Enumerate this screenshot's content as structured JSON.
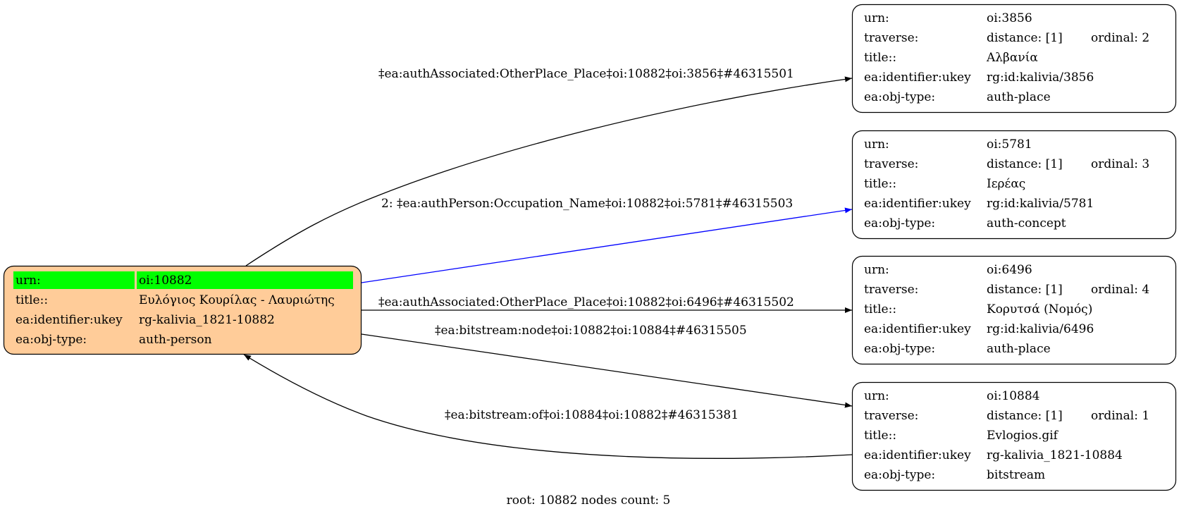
{
  "graph": {
    "caption": "root: 10882 nodes count: 5",
    "colors": {
      "root_fill": "#ffcc99",
      "highlight": "#00ff00",
      "edge_default": "#000000",
      "edge_highlight": "#0000ff"
    },
    "root": {
      "id": "oi:10882",
      "rows": [
        {
          "key": "urn:",
          "value": "oi:10882",
          "highlight": true
        },
        {
          "key": "title::",
          "value": "Ευλόγιος Κουρίλας - Λαυριώτης"
        },
        {
          "key": "ea:identifier:ukey",
          "value": "rg-kalivia_1821-10882"
        },
        {
          "key": "ea:obj-type:",
          "value": "auth-person"
        }
      ]
    },
    "nodes": [
      {
        "id": "oi:3856",
        "rows": [
          {
            "key": "urn:",
            "value": "oi:3856"
          },
          {
            "key": "traverse:",
            "value": "distance: [1]",
            "extra": "ordinal: 2"
          },
          {
            "key": "title::",
            "value": "Αλβανία"
          },
          {
            "key": "ea:identifier:ukey",
            "value": "rg:id:kalivia/3856"
          },
          {
            "key": "ea:obj-type:",
            "value": "auth-place"
          }
        ]
      },
      {
        "id": "oi:5781",
        "rows": [
          {
            "key": "urn:",
            "value": "oi:5781"
          },
          {
            "key": "traverse:",
            "value": "distance: [1]",
            "extra": "ordinal: 3"
          },
          {
            "key": "title::",
            "value": "Ιερέας"
          },
          {
            "key": "ea:identifier:ukey",
            "value": "rg:id:kalivia/5781"
          },
          {
            "key": "ea:obj-type:",
            "value": "auth-concept"
          }
        ]
      },
      {
        "id": "oi:6496",
        "rows": [
          {
            "key": "urn:",
            "value": "oi:6496"
          },
          {
            "key": "traverse:",
            "value": "distance: [1]",
            "extra": "ordinal: 4"
          },
          {
            "key": "title::",
            "value": "Κορυτσά (Νομός)"
          },
          {
            "key": "ea:identifier:ukey",
            "value": "rg:id:kalivia/6496"
          },
          {
            "key": "ea:obj-type:",
            "value": "auth-place"
          }
        ]
      },
      {
        "id": "oi:10884",
        "rows": [
          {
            "key": "urn:",
            "value": "oi:10884"
          },
          {
            "key": "traverse:",
            "value": "distance: [1]",
            "extra": "ordinal: 1"
          },
          {
            "key": "title::",
            "value": "Evlogios.gif"
          },
          {
            "key": "ea:identifier:ukey",
            "value": "rg-kalivia_1821-10884"
          },
          {
            "key": "ea:obj-type:",
            "value": "bitstream"
          }
        ]
      }
    ],
    "edges": [
      {
        "from": "oi:10882",
        "to": "oi:3856",
        "label": "‡ea:authAssociated:OtherPlace_Place‡oi:10882‡oi:3856‡#46315501",
        "highlight": false
      },
      {
        "from": "oi:10882",
        "to": "oi:5781",
        "label": "2: ‡ea:authPerson:Occupation_Name‡oi:10882‡oi:5781‡#46315503",
        "highlight": true
      },
      {
        "from": "oi:10882",
        "to": "oi:6496",
        "label": "‡ea:authAssociated:OtherPlace_Place‡oi:10882‡oi:6496‡#46315502",
        "highlight": false
      },
      {
        "from": "oi:10882",
        "to": "oi:10884",
        "label": "‡ea:bitstream:node‡oi:10882‡oi:10884‡#46315505",
        "highlight": false
      },
      {
        "from": "oi:10884",
        "to": "oi:10882",
        "label": "‡ea:bitstream:of‡oi:10884‡oi:10882‡#46315381",
        "highlight": false
      }
    ]
  }
}
